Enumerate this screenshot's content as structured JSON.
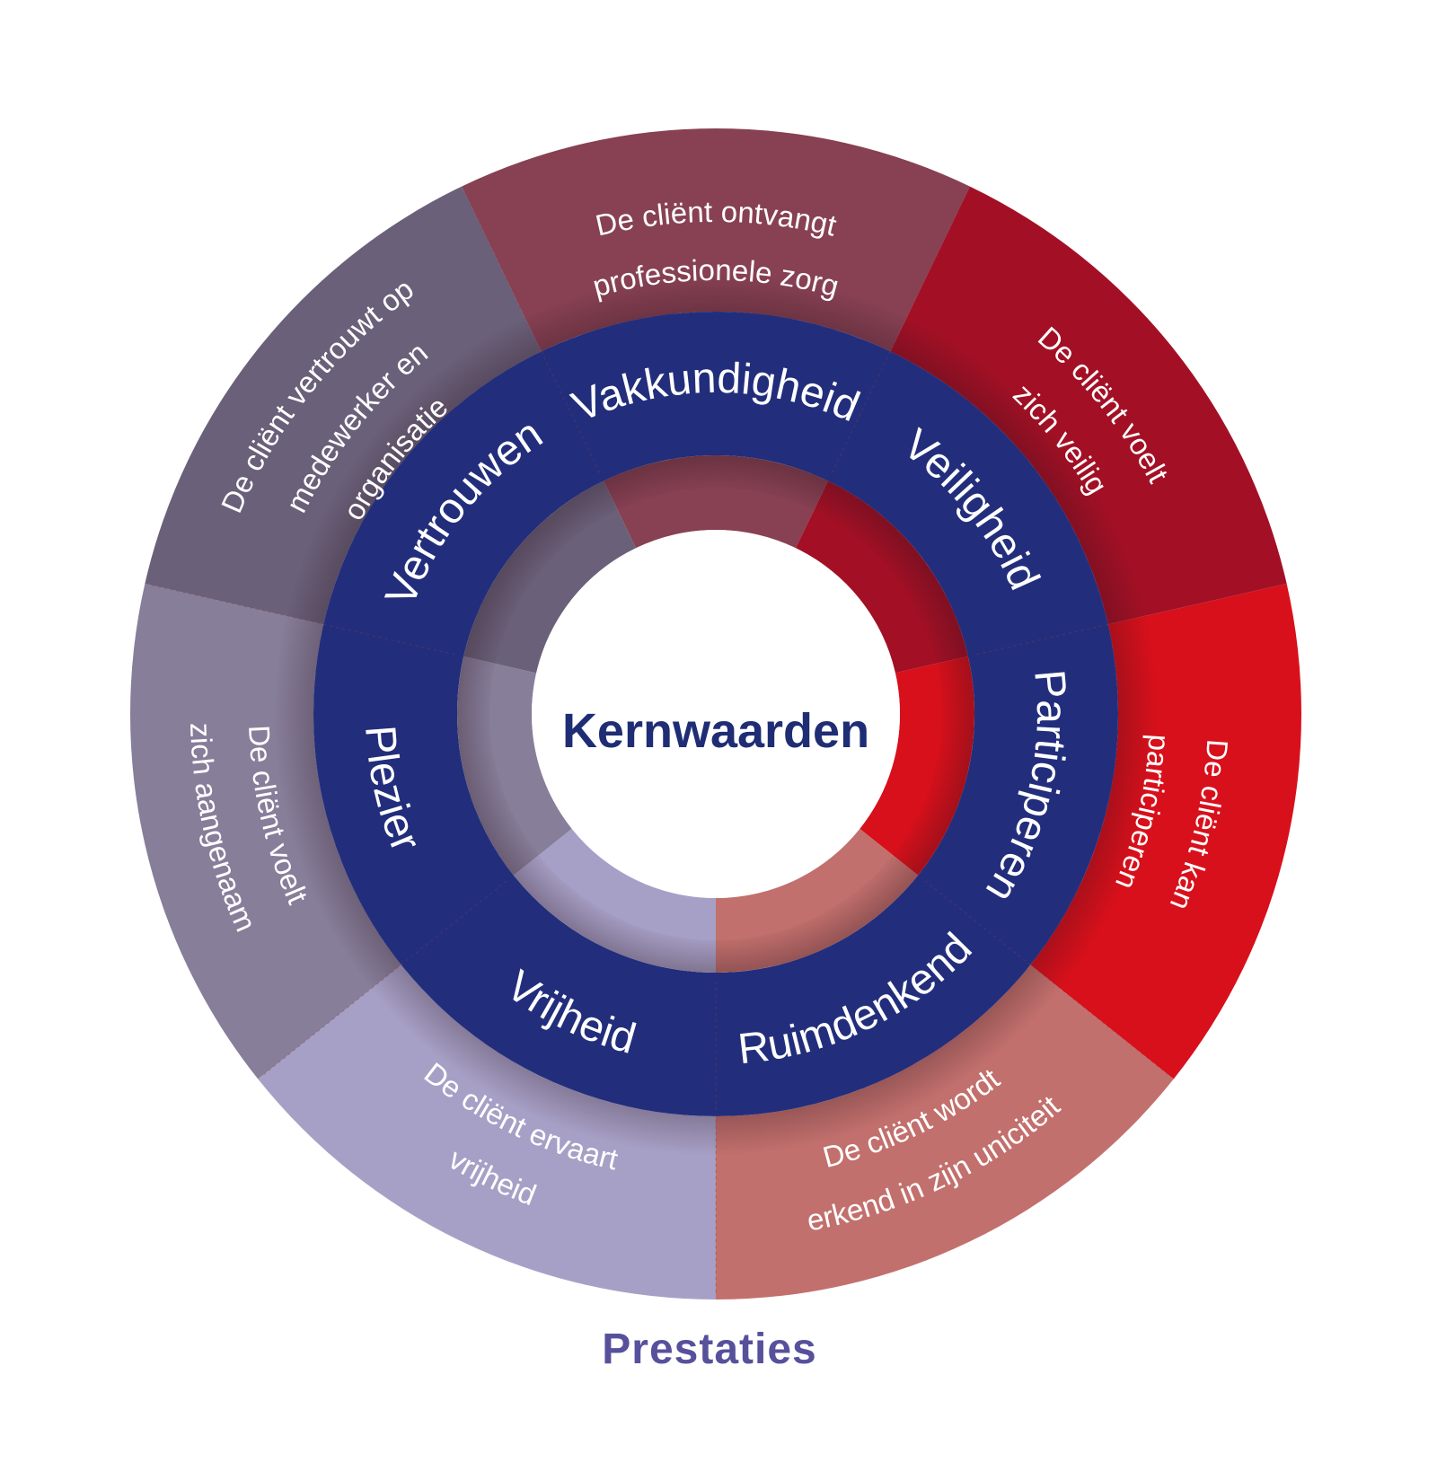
{
  "center": {
    "title": "Kernwaarden",
    "color": "#1e2d74"
  },
  "footer": {
    "label": "Prestaties",
    "color": "#57519c"
  },
  "wheel": {
    "ring_color": "#222e7c",
    "divider_color": "#8c3a4a",
    "text_color": "#ffffff",
    "segments": [
      {
        "id": "vakkundigheid",
        "value": "Vakkundigheid",
        "statement": [
          "De cliënt ontvangt",
          "professionele zorg"
        ],
        "color": "#874153"
      },
      {
        "id": "veiligheid",
        "value": "Veiligheid",
        "statement": [
          "De cliënt voelt",
          "zich veilig"
        ],
        "color": "#a31025"
      },
      {
        "id": "participeren",
        "value": "Participeren",
        "statement": [
          "De cliënt kan",
          "participeren"
        ],
        "color": "#d8101b"
      },
      {
        "id": "ruimdenkend",
        "value": "Ruimdenkend",
        "statement": [
          "De cliënt wordt",
          "erkend in zijn uniciteit"
        ],
        "color": "#c2706d"
      },
      {
        "id": "vrijheid",
        "value": "Vrijheid",
        "statement": [
          "De cliënt ervaart",
          "vrijheid"
        ],
        "color": "#a7a0c6"
      },
      {
        "id": "plezier",
        "value": "Plezier",
        "statement": [
          "De cliënt voelt",
          "zich aangenaam"
        ],
        "color": "#877e9a"
      },
      {
        "id": "vertrouwen",
        "value": "Vertrouwen",
        "statement": [
          "De cliënt vertrouwt op",
          "medewerker en",
          "organisatie"
        ],
        "color": "#6a6079"
      }
    ]
  }
}
